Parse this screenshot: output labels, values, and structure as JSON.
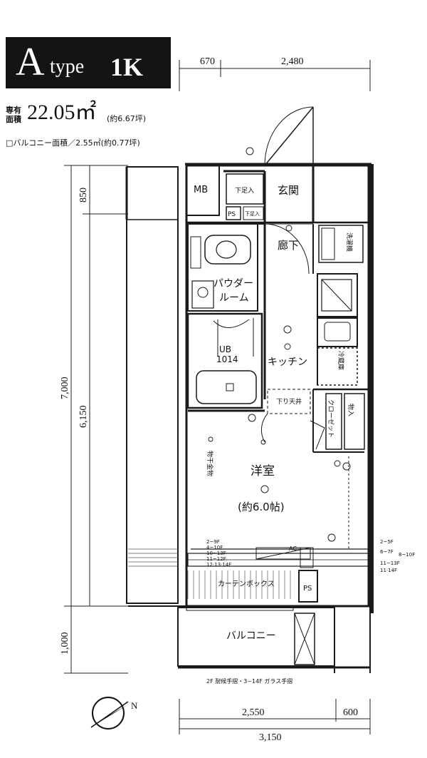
{
  "title": {
    "letter": "A",
    "type": "type",
    "plan": "1K"
  },
  "area": {
    "label": "専有面積",
    "value": "22.05㎡",
    "approx": "(約6.67坪)",
    "balcony": "□バルコニー面積／2.55㎡(約0.77坪)"
  },
  "dimensions": {
    "top": [
      "670",
      "2,480"
    ],
    "left": [
      "850",
      "7,000",
      "6,150",
      "1,000"
    ],
    "bottom_upper": [
      "2,550",
      "600"
    ],
    "bottom_total": "3,150"
  },
  "rooms": {
    "mb": "MB",
    "entrance": "玄関",
    "shoe_box": "下足入",
    "ps_top": "PS",
    "shoe_box_small": "下足入",
    "hallway": "廊下",
    "powder_room": [
      "パウダー",
      "ルーム"
    ],
    "ub": [
      "UB",
      "1014"
    ],
    "kitchen": "キッチン",
    "washer": "洗濯機",
    "fridge": "冷蔵庫",
    "ceiling_drop": "下り天井",
    "closet": "クローゼット",
    "storage": "物入",
    "western_room": "洋室",
    "room_size": "(約6.0帖)",
    "hanging": "物干金物",
    "curtain_box": "カーテンボックス",
    "ps_bottom": "PS",
    "ac": "AC",
    "balcony": "バルコニー",
    "balcony_note": "2F 耐候手摺・3~14F ガラス手摺"
  },
  "floor_notes_left": [
    "2~9F",
    "4~10F",
    "10~13F",
    "11~12F",
    "12·13·14F"
  ],
  "floor_notes_right": [
    "2~5F",
    "6~7F",
    "8~10F",
    "11~13F",
    "11·14F"
  ],
  "compass": "N",
  "colors": {
    "title_bg": "#141414",
    "title_text": "#ffffff",
    "wall": "#1a1a1a",
    "line": "#222222"
  }
}
